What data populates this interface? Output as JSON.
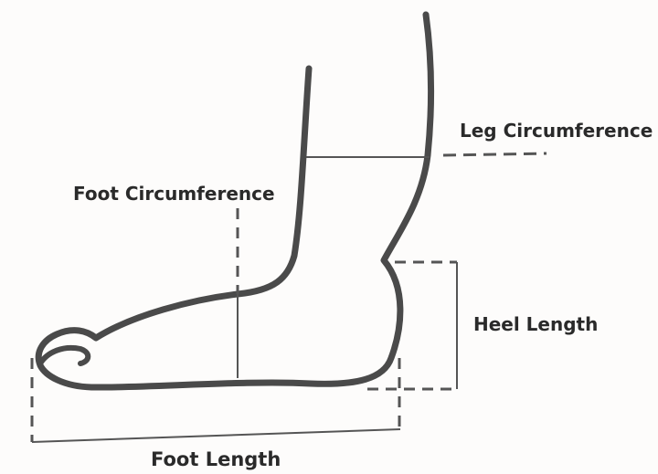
{
  "labels": {
    "leg_circumference": "Leg Circumference",
    "foot_circumference": "Foot Circumference",
    "heel_length": "Heel Length",
    "foot_length": "Foot Length"
  },
  "colors": {
    "outline": "#4a4a4a",
    "lines": "#555555",
    "text": "#2a2a2a",
    "paper": "#fdfcfb"
  }
}
